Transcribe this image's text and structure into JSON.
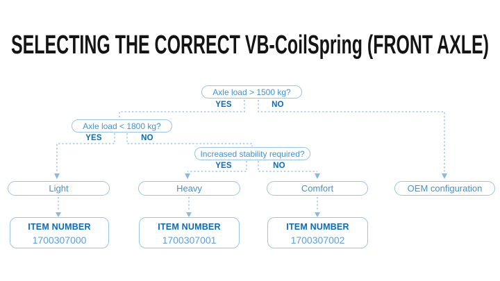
{
  "page": {
    "title": "SELECTING THE CORRECT VB-CoilSpring (FRONT AXLE)"
  },
  "colors": {
    "title_text": "#141414",
    "box_border": "#9cc4e5",
    "question_text": "#4092d0",
    "bold_blue_text": "#0c6bb4",
    "item_number_text": "#5aa1d7",
    "connector_dash": "#a9cdea",
    "arrow_fill": "#8db8dc",
    "background": "#ffffff"
  },
  "flowchart": {
    "decisions": [
      {
        "question": "Axle load > 1500 kg?",
        "yes": "YES",
        "no": "NO"
      },
      {
        "question": "Axle load < 1800 kg?",
        "yes": "YES",
        "no": "NO"
      },
      {
        "question": "Increased stability required?",
        "yes": "YES",
        "no": "NO"
      }
    ],
    "outcomes": [
      {
        "label": "Light"
      },
      {
        "label": "Heavy"
      },
      {
        "label": "Comfort"
      },
      {
        "label": "OEM configuration"
      }
    ],
    "items": [
      {
        "heading": "ITEM NUMBER",
        "number": "1700307000"
      },
      {
        "heading": "ITEM NUMBER",
        "number": "1700307001"
      },
      {
        "heading": "ITEM NUMBER",
        "number": "1700307002"
      }
    ]
  }
}
